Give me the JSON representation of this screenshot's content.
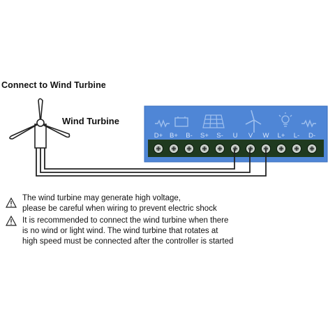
{
  "header": {
    "title": "Connect to Wind Turbine"
  },
  "turbine": {
    "label": "Wind Turbine"
  },
  "controller": {
    "color": "#4f86d6",
    "terminals": [
      "D+",
      "B+",
      "B-",
      "S+",
      "S-",
      "U",
      "V",
      "W",
      "L+",
      "L-",
      "D-"
    ],
    "icons": [
      "resistor-icon",
      "battery-icon",
      "solar-panel-icon",
      "wind-turbine-icon",
      "light-bulb-icon",
      "resistor-icon"
    ]
  },
  "warnings": [
    {
      "icon": "warning-triangle-icon",
      "lines": [
        "The wind turbine may generate high voltage,",
        "please be careful when wiring to prevent electric shock"
      ]
    },
    {
      "icon": "warning-triangle-icon",
      "lines": [
        "It is recommended to connect the wind turbine when there",
        "is no wind or light wind. The wind turbine that rotates at",
        "high speed must be connected after the controller is started"
      ]
    }
  ]
}
